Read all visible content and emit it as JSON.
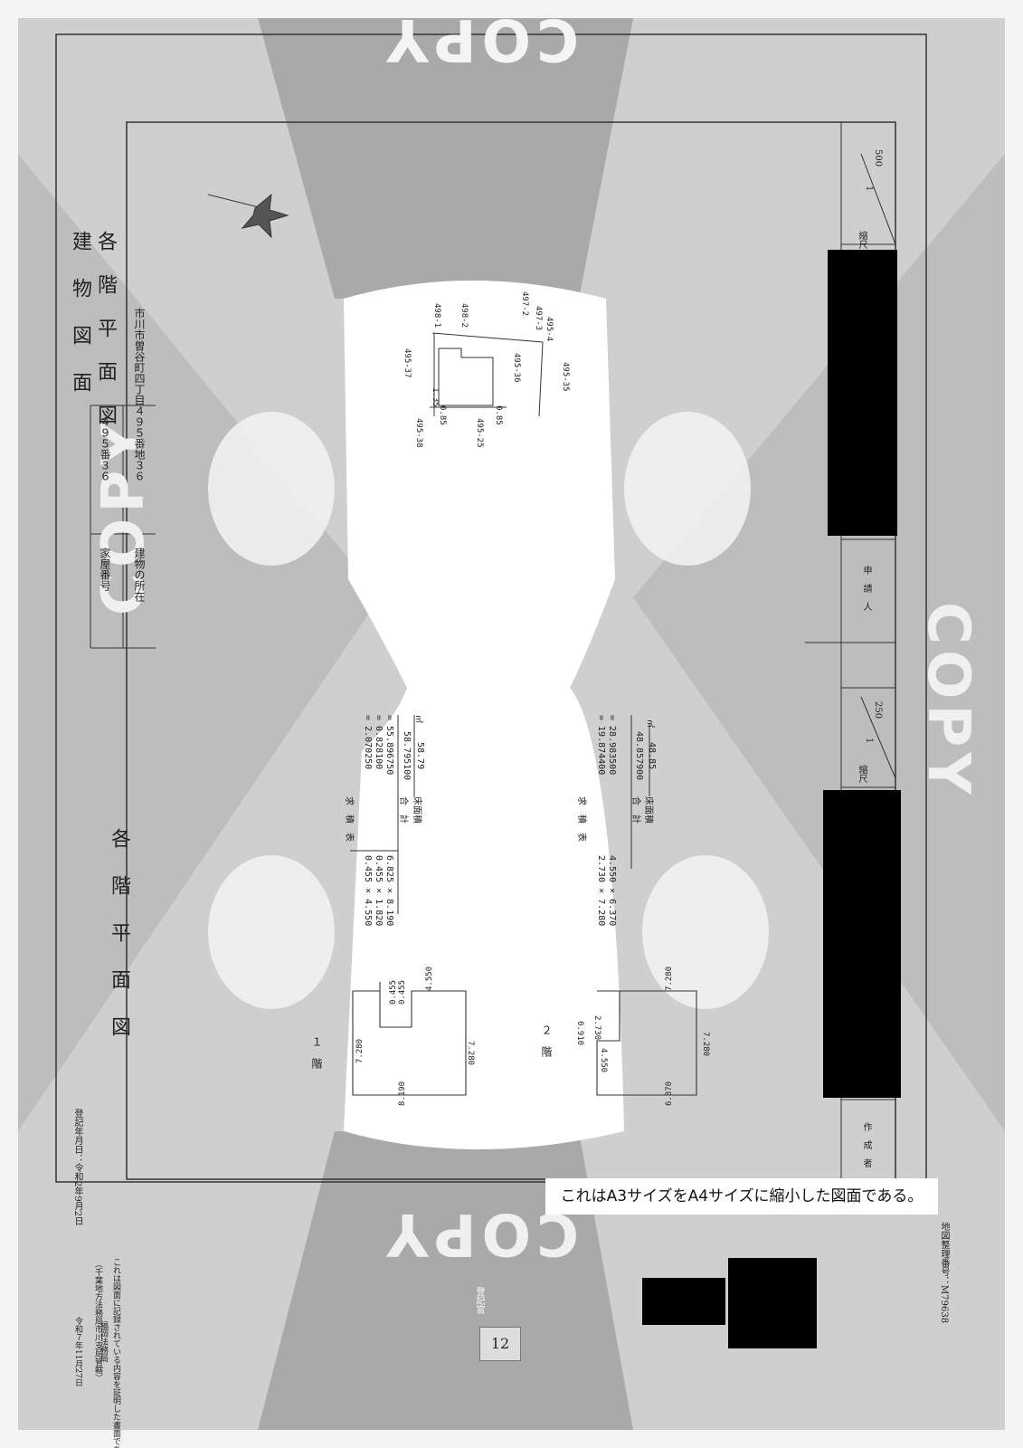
{
  "watermark": {
    "text": "COPY"
  },
  "header": {
    "title_line1": "建　物　図　面",
    "title_line2": "各　階　平　面　図",
    "house_number_label": "家屋番号",
    "house_number_value": "４９５番３６",
    "location_label": "建物の所在",
    "location_value": "市川市曽谷町四丁目４９５番地３６"
  },
  "scale_top": {
    "label": "縮尺",
    "num": "1",
    "den": "500"
  },
  "scale_mid": {
    "label": "縮尺",
    "num": "1",
    "den": "250"
  },
  "applicant_label": "申　請　人",
  "author_label": "作　成　者",
  "floor_plan_title": "各　階　平　面　図",
  "site_map": {
    "lots": [
      "498-1",
      "498-2",
      "497-2",
      "497-3",
      "495-4",
      "495-37",
      "495-36",
      "495-35",
      "495-38",
      "495-25"
    ],
    "dims": [
      "1.35",
      "0.85",
      "0.85"
    ]
  },
  "floor1": {
    "label": "１　階",
    "table_title": "求　積　表",
    "rows": [
      {
        "expr": "0.455 × 4.550",
        "result": "= 2.070250"
      },
      {
        "expr": "0.455 × 1.820",
        "result": "= 0.828100"
      },
      {
        "expr": "6.825 × 8.190",
        "result": "= 55.896750"
      }
    ],
    "total_label": "合　計",
    "total_value": "58.795100",
    "floor_area_label": "床面積",
    "floor_area_value": "58.79",
    "unit": "㎡",
    "dims": [
      "4.550",
      "7.280",
      "8.190",
      "7.280",
      "0.455",
      "0.455"
    ]
  },
  "floor2": {
    "label": "２　階",
    "table_title": "求　積　表",
    "rows": [
      {
        "expr": "2.730 × 7.280",
        "result": "= 19.874400"
      },
      {
        "expr": "4.550 × 6.370",
        "result": "= 28.983500"
      }
    ],
    "total_label": "合　計",
    "total_value": "48.857900",
    "floor_area_label": "床面積",
    "floor_area_value": "48.85",
    "unit": "㎡",
    "dims": [
      "2.730",
      "0.910",
      "4.550",
      "7.280",
      "6.370",
      "7.280"
    ]
  },
  "registration_date": "登記年月日：令和2年9月2日",
  "certification": {
    "line1": "これは図面に記録されている内容を証明した書面である。",
    "line2": "（千葉地方法務局市川支局管轄）",
    "date": "令和７年11月27日",
    "office": "福岡法務局"
  },
  "seal_text": "登記官",
  "page_number": "12",
  "reduction_note": "これはA3サイズをA4サイズに縮小した図面である。",
  "map_id": "地図整理番号：M79638"
}
